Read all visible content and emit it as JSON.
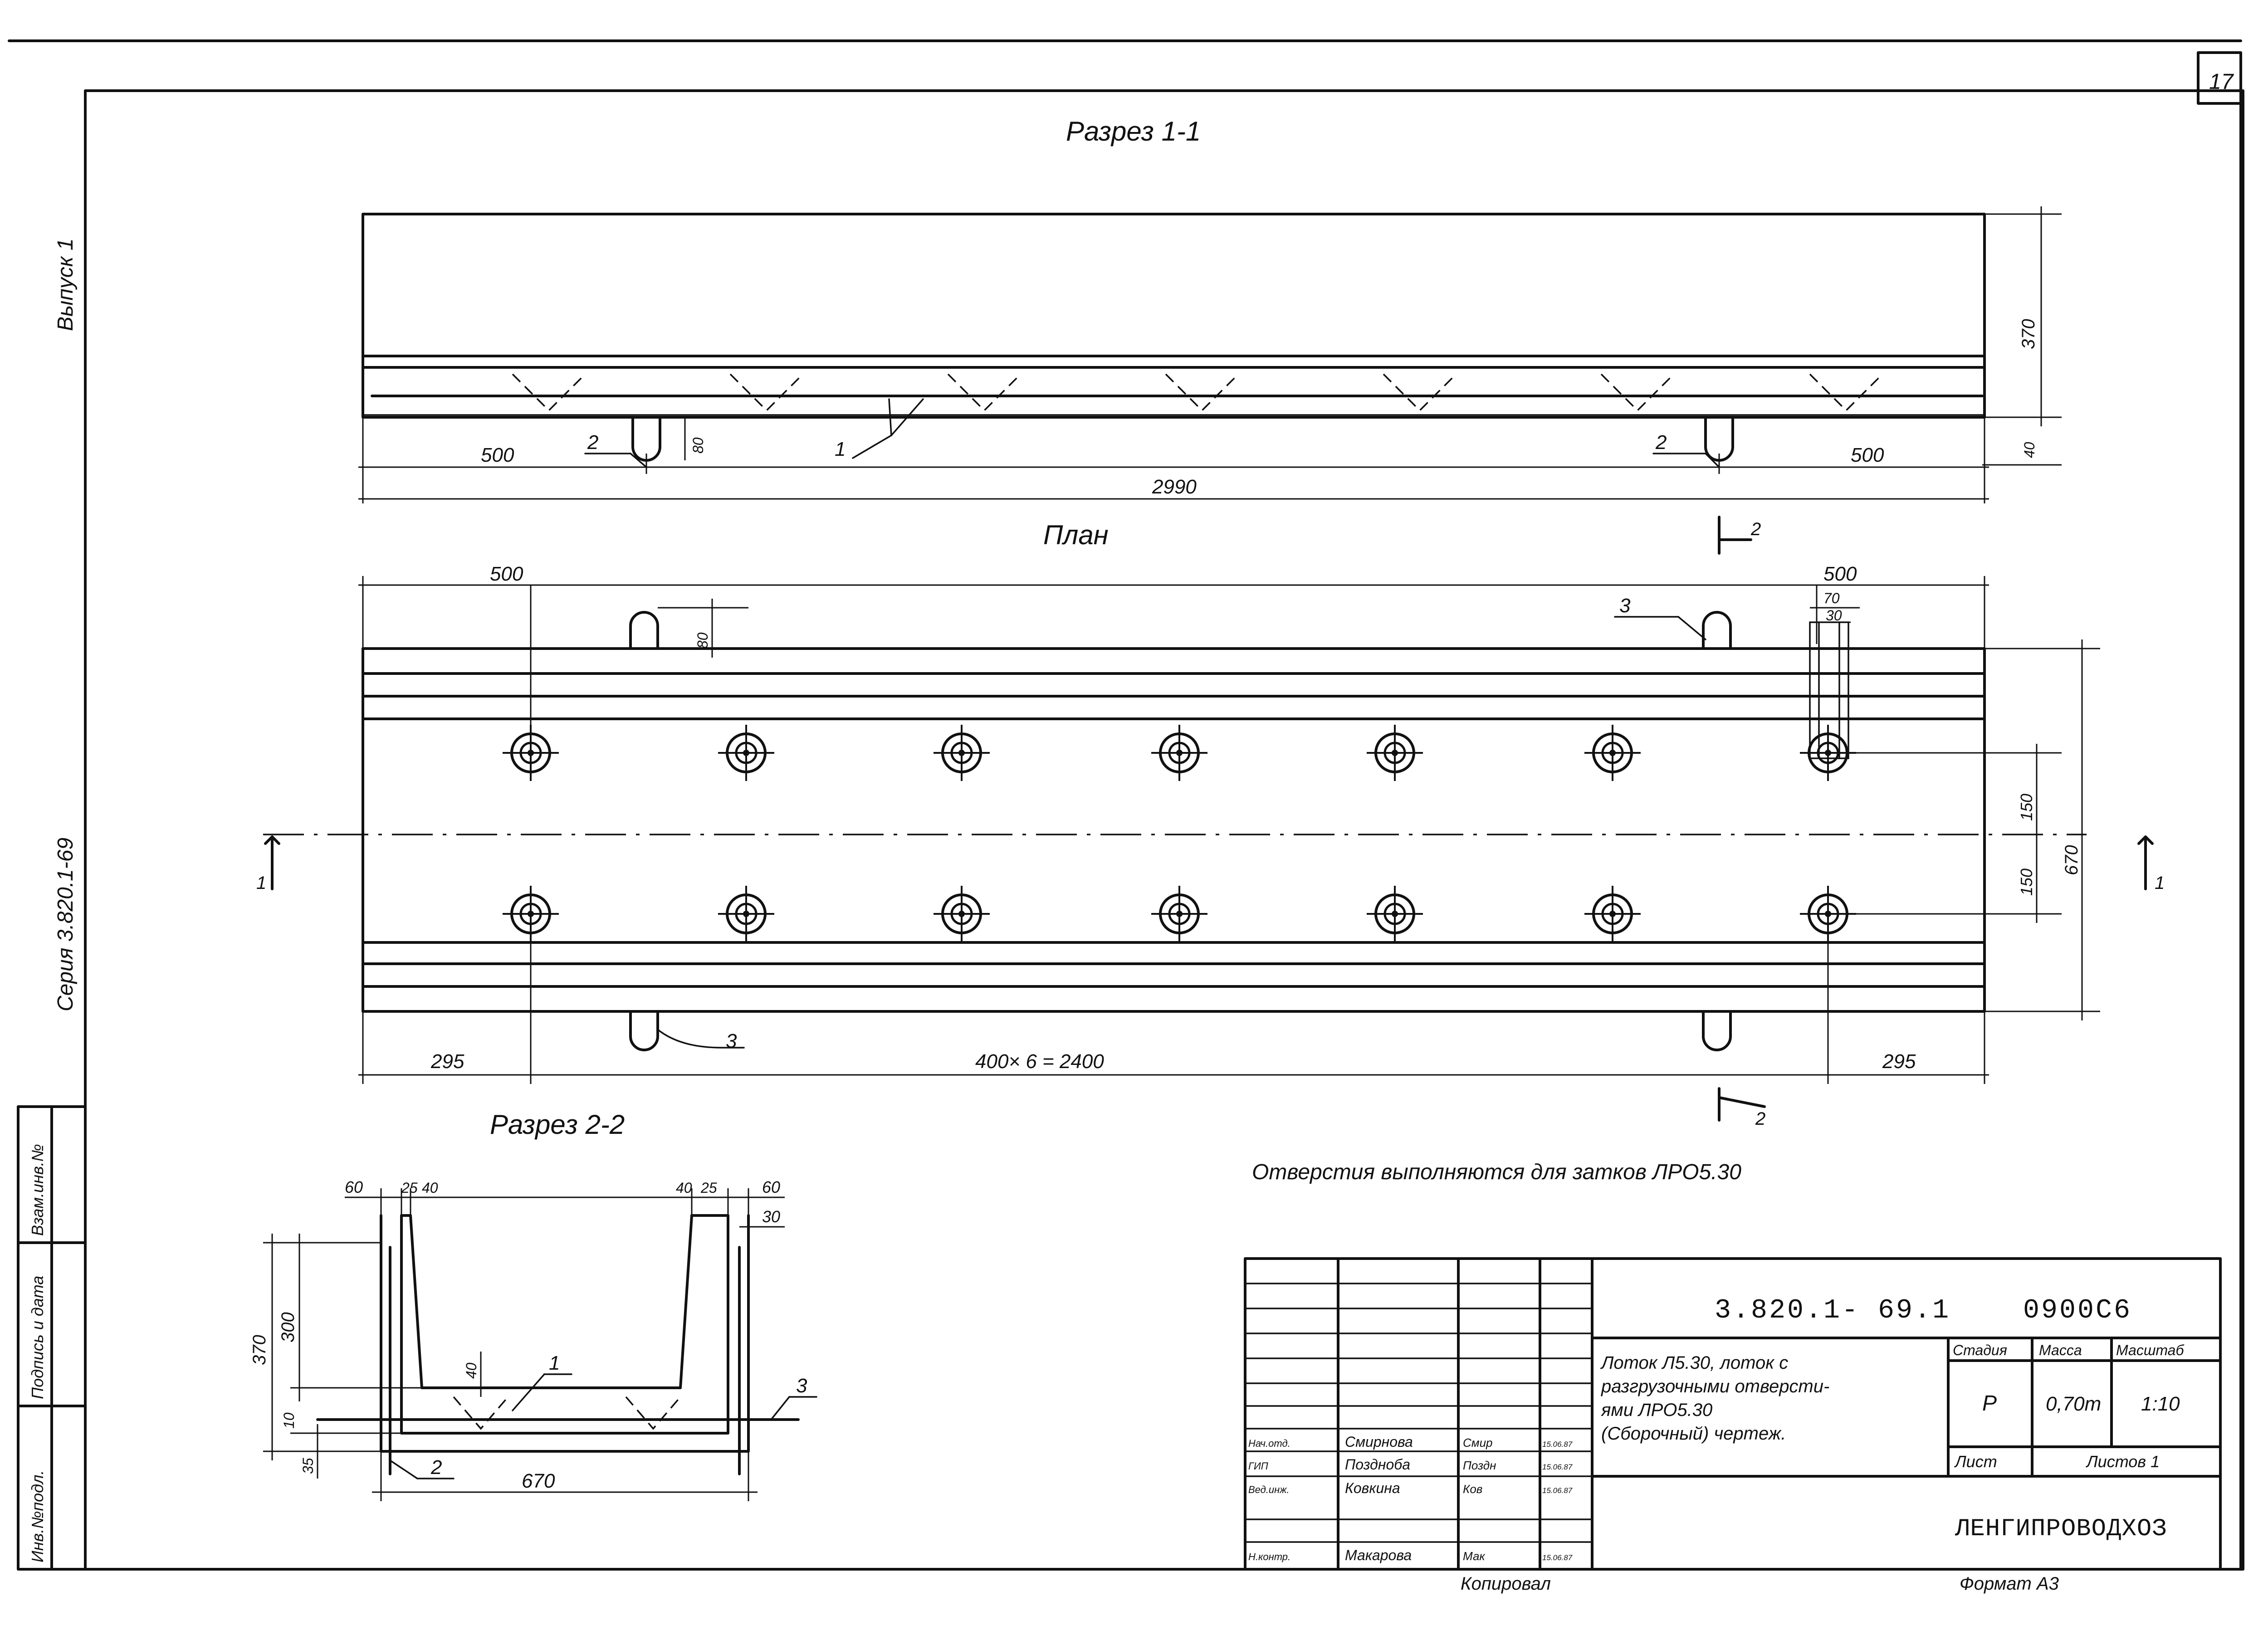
{
  "sheet": {
    "page_number": "17"
  },
  "sections": {
    "section_1": "Разрез 1-1",
    "plan": "План",
    "section_2": "Разрез 2-2"
  },
  "markers": {
    "cut_1_left": "1",
    "cut_1_right": "1",
    "cut_2_top": "2",
    "cut_2_bottom": "2"
  },
  "section_1_dims": {
    "left_offset": "500",
    "right_offset": "500",
    "overall": "2990",
    "slot_depth": "80",
    "height": "370",
    "bottom": "40",
    "callout_1": "1",
    "callout_2_left": "2",
    "callout_2_right": "2"
  },
  "plan_dims": {
    "left_top": "500",
    "right_top": "500",
    "slot_depth": "80",
    "slot_width_a": "70",
    "slot_width_b": "30",
    "left_edge": "295",
    "right_edge": "295",
    "hole_spacing": "400× 6 = 2400",
    "offset_upper": "150",
    "offset_lower": "150",
    "width": "670",
    "callout_3_top": "3",
    "callout_3_bottom": "3"
  },
  "section_2_dims": {
    "top_60": "60",
    "top_25": "25",
    "top_40": "40",
    "top_40_right": "40",
    "top_25_right": "25",
    "top_60_right": "60",
    "right_30": "30",
    "height_370": "370",
    "height_300": "300",
    "inner_40": "40",
    "bottom_10": "10",
    "bottom_35": "35",
    "width": "670",
    "callout_1": "1",
    "callout_2": "2",
    "callout_3": "3"
  },
  "note": "Отверстия выполняются для затков ЛРО5.30",
  "side_stamp": {
    "issue": "Выпуск 1",
    "series": "Серия 3.820.1-69",
    "inv_replace": "Взам.инв.№",
    "sign_date": "Подпись и дата",
    "inv_orig": "Инв.№подл."
  },
  "title_block": {
    "doc_code": "3.820.1- 69.1",
    "mark": "0900С6",
    "title_lines": [
      "Лоток Л5.30, лоток с",
      "разгрузочными отверсти-",
      "ями ЛРО5.30",
      "(Сборочный) чертеж."
    ],
    "stage_header": "Стадия",
    "mass_header": "Масса",
    "scale_header": "Масштаб",
    "stage": "Р",
    "mass": "0,70т",
    "scale": "1:10",
    "sheet_label": "Лист",
    "sheets_label": "Листов 1",
    "org": "ЛЕНГИПРОВОДХОЗ",
    "format": "Формат А3",
    "copied": "Копировал",
    "people": [
      {
        "role": "Нач.отд.",
        "name": "Смирнова",
        "sign": "Смир",
        "date": "15.06.87"
      },
      {
        "role": "ГИП",
        "name": "Поздноба",
        "sign": "Поздн",
        "date": "15.06.87"
      },
      {
        "role": "Вед.инж.",
        "name": "Ковкина",
        "sign": "Ков",
        "date": "15.06.87"
      },
      {
        "role": "Н.контр.",
        "name": "Макарова",
        "sign": "Мак",
        "date": "15.06.87"
      }
    ]
  }
}
